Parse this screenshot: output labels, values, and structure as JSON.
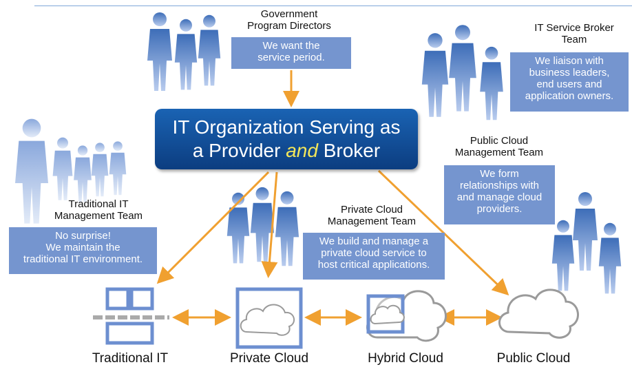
{
  "center": {
    "line1": "IT Organization Serving as",
    "line2_a": "a Provider ",
    "line2_em": "and",
    "line2_b": " Broker"
  },
  "groups": {
    "government": {
      "title_1": "Government",
      "title_2": "Program Directors",
      "bubble_1": "We want the",
      "bubble_2": "service period."
    },
    "service_broker": {
      "title_1": "IT Service Broker",
      "title_2": "Team",
      "bubble_1": "We liaison with",
      "bubble_2": "business leaders,",
      "bubble_3": "end users and",
      "bubble_4": "application owners."
    },
    "public_cloud_mgmt": {
      "title_1": "Public Cloud",
      "title_2": "Management Team",
      "bubble_1": "We form",
      "bubble_2": "relationships with",
      "bubble_3": "and manage cloud",
      "bubble_4": "providers."
    },
    "private_cloud_mgmt": {
      "title_1": "Private Cloud",
      "title_2": "Management Team",
      "bubble_1": "We build and manage a",
      "bubble_2": "private cloud service to",
      "bubble_3": "host critical applications."
    },
    "traditional_mgmt": {
      "title_1": "Traditional IT",
      "title_2": "Management Team",
      "bubble_1": "No surprise!",
      "bubble_2": "We maintain the",
      "bubble_3": "traditional IT environment."
    }
  },
  "bottom": {
    "traditional": "Traditional IT",
    "private": "Private Cloud",
    "hybrid": "Hybrid Cloud",
    "public": "Public Cloud"
  },
  "colors": {
    "arrow": "#f0a030",
    "bubble": "#7595cf",
    "banner": "#0c3d80",
    "people": "#4f7fc6",
    "icon": "#6d8fd0"
  },
  "icons": [
    "people-silhouettes",
    "server-rack-icon",
    "cloud-icon"
  ]
}
